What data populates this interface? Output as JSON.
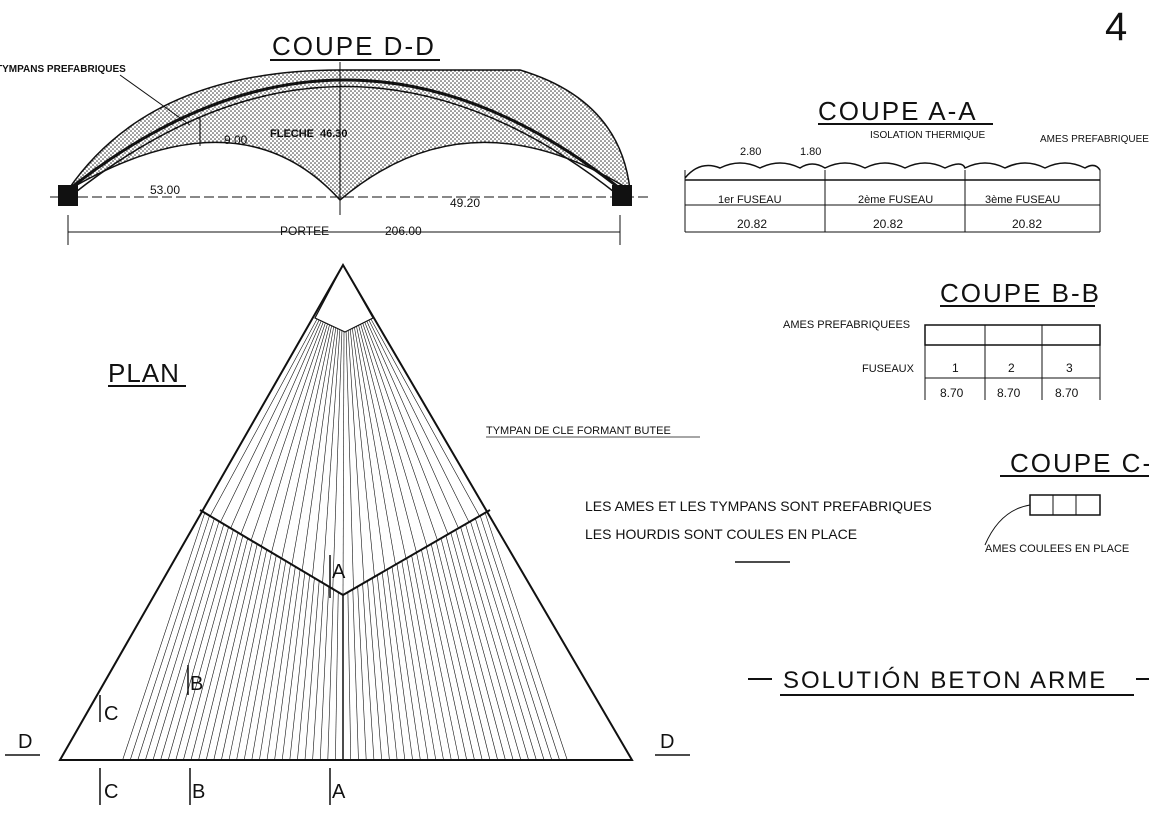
{
  "page_number": "4",
  "section_dd": {
    "title": "COUPE D-D",
    "label_tympans": "TYMPANS PREFABRIQUES",
    "dim_900": "9.00",
    "label_fleche": "FLECHE",
    "dim_fleche": "46.30",
    "dim_5300": "53.00",
    "dim_4920": "49.20",
    "label_portee": "PORTEE",
    "dim_portee": "206.00"
  },
  "section_aa": {
    "title": "COUPE A-A",
    "label_isolation": "ISOLATION THERMIQUE",
    "label_ames": "AMES PREFABRIQUEES",
    "dim_280": "2.80",
    "dim_180": "1.80",
    "fuseaux": [
      "1er FUSEAU",
      "2ème FUSEAU",
      "3ème FUSEAU"
    ],
    "widths": [
      "20.82",
      "20.82",
      "20.82"
    ]
  },
  "section_bb": {
    "title": "COUPE B-B",
    "label_ames": "AMES PREFABRIQUEES",
    "label_fuseaux": "FUSEAUX",
    "numbers": [
      "1",
      "2",
      "3"
    ],
    "widths": [
      "8.70",
      "8.70",
      "8.70"
    ]
  },
  "section_cc": {
    "title": "COUPE C-C",
    "label_ames": "AMES COULEES EN PLACE"
  },
  "plan": {
    "title": "PLAN",
    "label_tympan_cle": "TYMPAN DE CLE FORMANT BUTEE",
    "markers": {
      "a": "A",
      "b": "B",
      "c": "C",
      "d": "D"
    }
  },
  "notes": {
    "line1": "LES AMES ET LES TYMPANS SONT PREFABRIQUES",
    "line2": "LES HOURDIS SONT COULES EN PLACE"
  },
  "solution": "SOLUTIÓN BETON ARME"
}
